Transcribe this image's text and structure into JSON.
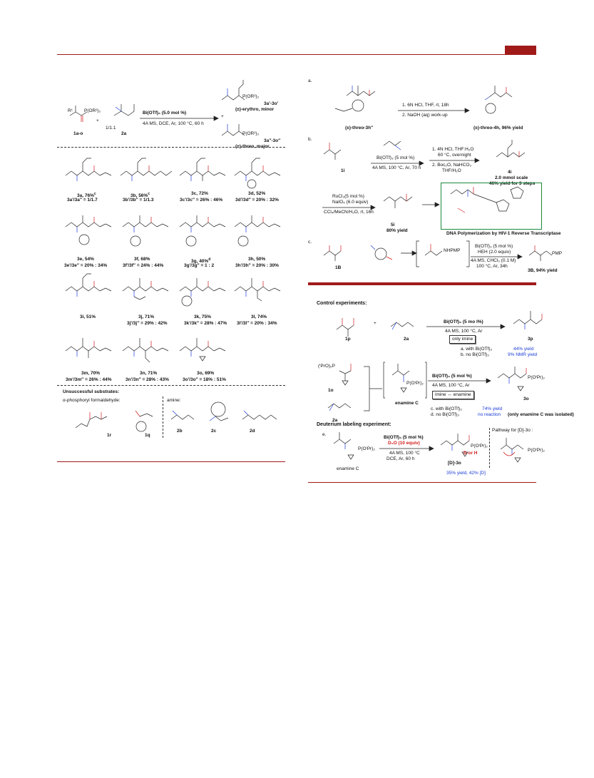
{
  "header": {
    "accent_color": "#a01a1a"
  },
  "left_panel": {
    "reaction": {
      "reagent_1": "1a-o",
      "reagent_2": "2a",
      "ratio": "1/1.1",
      "plus": "+",
      "conditions_line1": "Bi(OTf)₃ (5.0  mol %)",
      "conditions_line2": "4A MS, DCE, Ar, 100 °C, 60 h",
      "product_minor_label": "3a′-3o′",
      "product_minor_desc": "(±)-erythro, minor",
      "product_major_label": "3a″-3o″",
      "product_major_desc": "(±)-threo, major",
      "frag_P_left": "P(OR²)₂",
      "frag_R1": "R¹",
      "frag_P_top": "P(OR²)₂",
      "frag_P_bottom": "P(OR²)₂"
    },
    "products": [
      {
        "name": "3a, 76%",
        "sup": "c",
        "ratio": "3a′/3a″ = 1/1.7"
      },
      {
        "name": "3b, 56%",
        "sup": "c",
        "ratio": "3b′/3b″ = 1/1.3"
      },
      {
        "name": "3c, 72%",
        "sup": "",
        "ratio": "3c′/3c″ = 26% : 46%"
      },
      {
        "name": "3d, 52%",
        "sup": "",
        "ratio": "3d′/3d″ = 20% : 32%"
      },
      {
        "name": "3e, 54%",
        "sup": "",
        "ratio": "3e′/3e″ = 20% : 34%"
      },
      {
        "name": "3f, 68%",
        "sup": "",
        "ratio": "3f′/3f″ = 24% : 44%"
      },
      {
        "name": "3g, 40%",
        "sup": "d",
        "ratio": "3g′/3g″ = 1 : 2"
      },
      {
        "name": "3h, 50%",
        "sup": "",
        "ratio": "3h′/3h″ = 20% : 30%"
      },
      {
        "name": "3i, 51%",
        "sup": "",
        "ratio": ""
      },
      {
        "name": "3j, 71%",
        "sup": "",
        "ratio": "3j′/3j″ = 29% : 42%"
      },
      {
        "name": "3k, 75%",
        "sup": "",
        "ratio": "3k′/3k″ = 28% : 47%"
      },
      {
        "name": "3l, 74%",
        "sup": "",
        "ratio": "3l′/3l″ = 20% : 34%"
      },
      {
        "name": "3m, 70%",
        "sup": "",
        "ratio": "3m′/3m″ = 26% : 44%"
      },
      {
        "name": "3n, 71%",
        "sup": "",
        "ratio": "3n′/3n″ = 28% : 43%"
      },
      {
        "name": "3o, 69%",
        "sup": "",
        "ratio": "3o′/3o″ = 18% : 51%"
      }
    ],
    "unsuccessful": {
      "title": "Unsuccessful substrates:",
      "left_heading": "α-phosphoryl formaldehyde:",
      "right_heading": "amine:",
      "labels": [
        "1r",
        "1q",
        "2b",
        "2c",
        "2d"
      ]
    }
  },
  "right_panel": {
    "part_a": {
      "letter": "a.",
      "substrate": "(±)-threo-3h″",
      "cond1": "1. 6N HCl, THF, rt, 18h",
      "cond2": "2. NaOH (aq) work-up",
      "product": "(±)-threo-4h, 96% yield"
    },
    "part_b": {
      "letter": "b.",
      "substrate": "1i",
      "cond_a": "Bi(OTf)₃ (5 mol %)",
      "cond_b": "4A MS, 100 °C, Ar, 70 h",
      "cond_c1": "1. 4N HCl, THF:H₂O",
      "cond_c2": "60 °C, overnight",
      "cond_c3": "2. Boc₂O, NaHCO₃",
      "cond_c4": "THF/H₂O",
      "product_4i": "4i",
      "scale": "2.0 mmol scale",
      "yield_note": "46% yield for 3 steps",
      "ox1": "RuCl₃(5 mol %)",
      "ox2": "NaIO₄ (6.0 equiv)",
      "ox3": "CCl₄/MeCN/H₂O, rt, 16h",
      "product_5i": "5i",
      "yield_5i": "80% yield",
      "nucleotide_caption": "DNA Polymerization by HIV-1 Reverse Transcriptase"
    },
    "part_c": {
      "letter": "c.",
      "substrate": "1B",
      "cond1": "Bi(OTf)₃ (5 mol %)",
      "cond2": "HEH (2.0 equiv)",
      "cond3": "4A MS, CHCl₃ (0.1 M)",
      "cond4": "100 °C, Ar, 34h",
      "product": "3B, 94% yield",
      "pmp": "PMP",
      "nhpmp": "NHPMP"
    },
    "control": {
      "title": "Control experiments:",
      "sub1": "1p",
      "sub2": "2a",
      "cond1": "Bi(OTf)₃ (5 mo l%)",
      "cond2": "4A MS, 100 °C, Ar",
      "box1": "only imine",
      "prod1": "3p",
      "res_a_label": "a. with Bi(OTf)₃",
      "res_a_value": "44% yield",
      "res_b_label": "b. no Bi(OTf)₃",
      "res_b_value": "9% NMR yield",
      "sub3": "1o",
      "sub4": "2a",
      "enamine": "enamine C",
      "cond3": "Bi(OTf)₃ (5 mol %)",
      "cond4": "4A MS, 100 °C, Ar",
      "box2": "imine ↔ enamine",
      "prod2": "3o",
      "res_c_label": "c. with Bi(OTf)₃",
      "res_c_value": "74% yield",
      "res_d_label": "d. no Bi(OTf)₃",
      "res_d_value": "no reaction",
      "res_d_note": "(only enamine C was isolated)",
      "p_frag": "P(OⁱPr)₂",
      "p_frag_1o": "(ⁱPrO)₂P"
    },
    "deuterium": {
      "title": "Deuterium labeling experiment:",
      "letter": "e.",
      "substrate": "enamine  C",
      "cond1": "Bi(OTf)₃ (5 mol %)",
      "cond2": "D₂O (10 equiv)",
      "cond3": "4A MS, 100 °C",
      "cond4": "DCE, Ar, 60 h",
      "product": "[D]-3o",
      "d_or_h": "D or H",
      "yield": "35% yield, 42% [D]",
      "pathway": "Pathway for [D]-3o :"
    }
  }
}
